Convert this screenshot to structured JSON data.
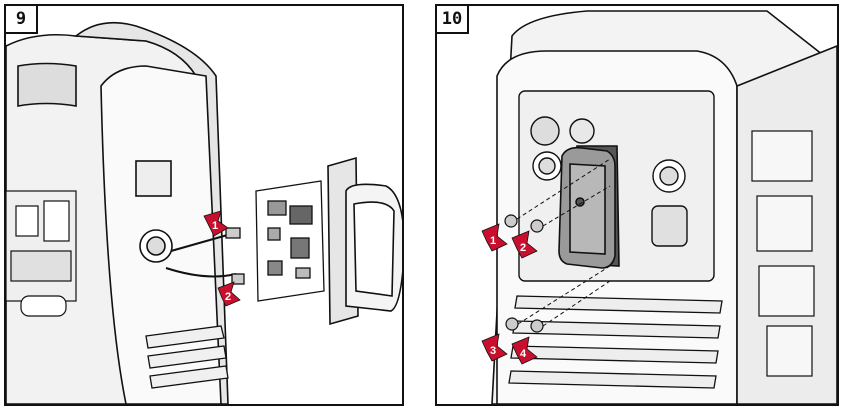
{
  "panels": [
    {
      "step": "9",
      "callouts": [
        "1",
        "2"
      ]
    },
    {
      "step": "10",
      "callouts": [
        "1",
        "2",
        "3",
        "4"
      ]
    }
  ],
  "colors": {
    "line": "#111111",
    "gray_light": "#e6e6e6",
    "gray_mid": "#bdbdbd",
    "gray_dark": "#7a7a7a",
    "arrow": "#c8102e"
  }
}
